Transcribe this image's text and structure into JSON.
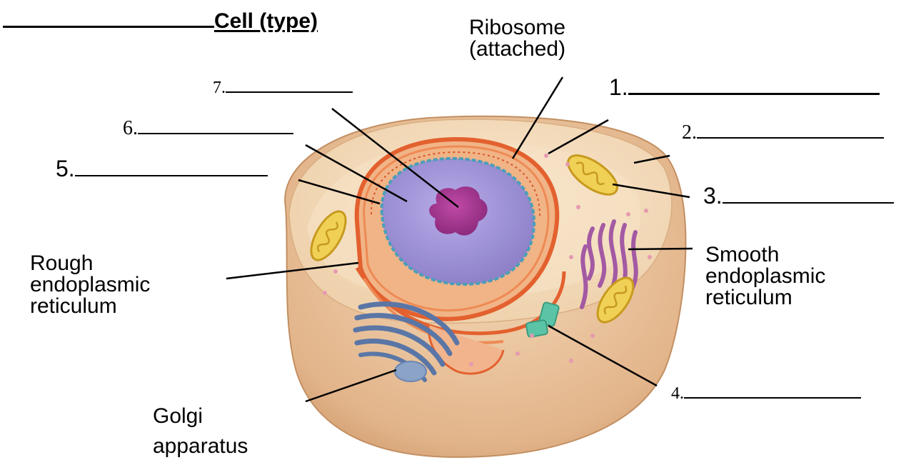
{
  "title": "Cell  (type)",
  "labels": {
    "ribosome": [
      "Ribosome",
      "(attached)"
    ],
    "n1": "1.",
    "n2": "2.",
    "n3": "3.",
    "n4": "4.",
    "n5": "5.",
    "n6": "6.",
    "n7": "7.",
    "rough_er": [
      "Rough",
      "endoplasmic",
      "reticulum"
    ],
    "smooth_er": [
      "Smooth",
      "endoplasmic",
      "reticulum"
    ],
    "golgi": [
      "Golgi",
      "apparatus"
    ]
  },
  "colors": {
    "cell_outer": "#e9c39b",
    "cell_top": "#f1d6b4",
    "cytoplasm": "#f3dcbf",
    "nucleus": "#a698d8",
    "nucleolus": "#a3388f",
    "nuclear_envelope": "#e86a3c",
    "mitochondria": "#e8c53c",
    "smooth_er": "#b26bb1",
    "golgi": "#6d88b4",
    "centriole": "#4fb79a"
  }
}
